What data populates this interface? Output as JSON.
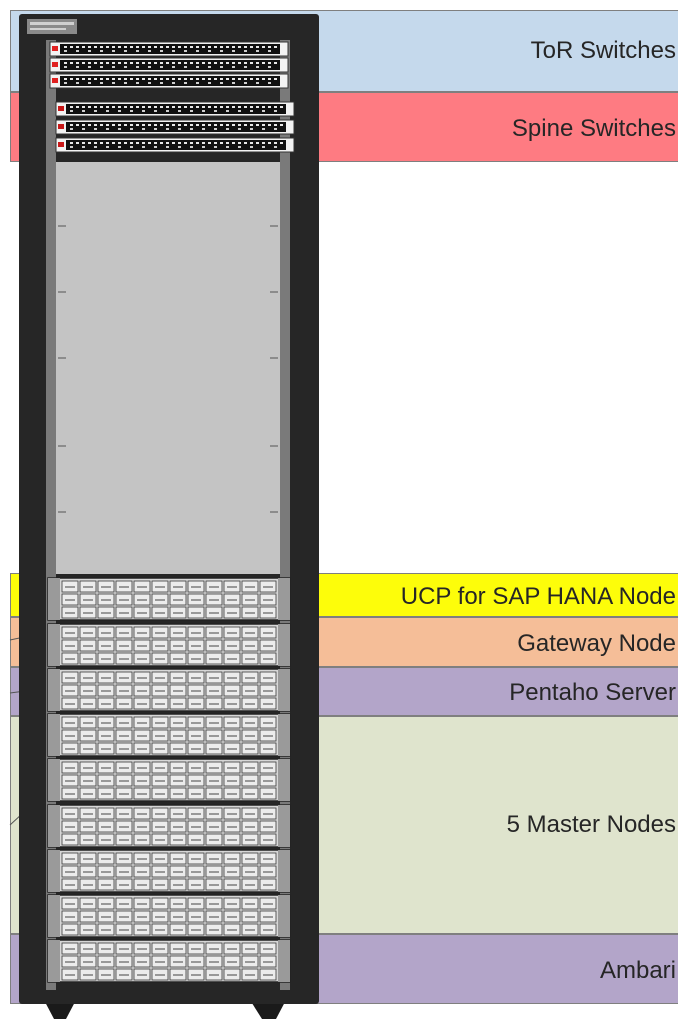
{
  "bands": [
    {
      "id": "tor",
      "label": "ToR Switches",
      "color": "#c5d9ec"
    },
    {
      "id": "spine",
      "label": "Spine Switches",
      "color": "#fe7b82"
    },
    {
      "id": "ucp",
      "label": "UCP for SAP HANA Node",
      "color": "#fdfd0a"
    },
    {
      "id": "gateway",
      "label": "Gateway Node",
      "color": "#f5be98"
    },
    {
      "id": "pentaho",
      "label": "Pentaho Server",
      "color": "#b3a5c9"
    },
    {
      "id": "master",
      "label": "5 Master Nodes",
      "color": "#dfe4cd"
    },
    {
      "id": "ambari",
      "label": "Ambari",
      "color": "#b3a5c9"
    }
  ],
  "rack": {
    "frame_color": "#262626",
    "blank_panel_color": "#c4c4c4",
    "server_color": "#d7d7d7",
    "switch_count": 6,
    "server_count": 9
  }
}
